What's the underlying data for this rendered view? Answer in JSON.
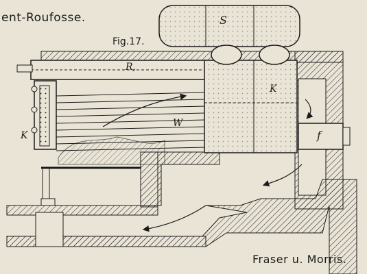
{
  "captions": {
    "top": "ent-Roufosse.",
    "figure": "Fig.17.",
    "bottom": "Fraser u. Morris."
  },
  "labels": {
    "steam_dome": "S",
    "flue_upper": "R,",
    "chamber_right": "K",
    "water_tubes": "W",
    "flue_outlet": "f",
    "chamber_left": "K"
  },
  "colors": {
    "paper": "#e9e4d6",
    "ink": "#1b1b1b"
  }
}
